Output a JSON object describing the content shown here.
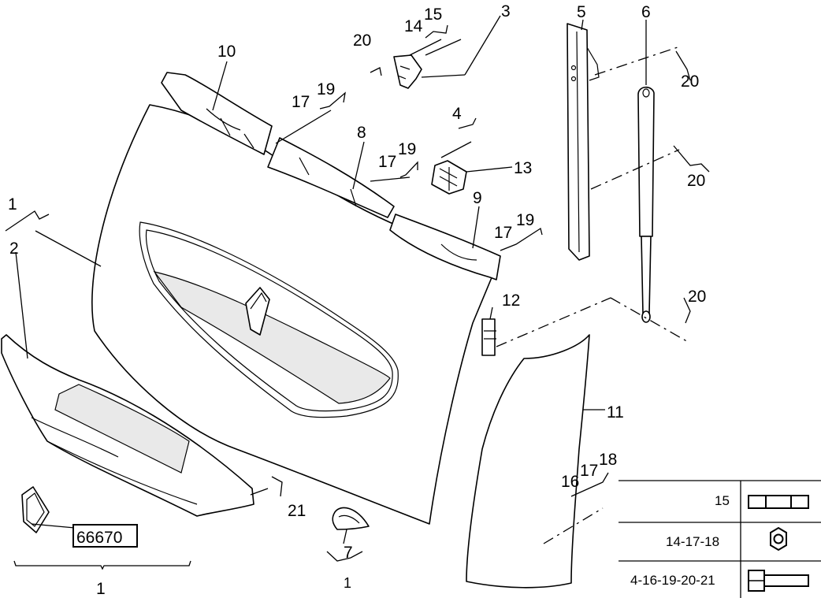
{
  "callouts": {
    "c1a": "1",
    "c2": "2",
    "c3": "3",
    "c4": "4",
    "c5": "5",
    "c6": "6",
    "c7": "7",
    "c7sub": "1",
    "c8": "8",
    "c9": "9",
    "c10": "10",
    "c11": "11",
    "c12": "12",
    "c13": "13",
    "c14": "14",
    "c15": "15",
    "c17a": "17",
    "c19a": "19",
    "c17b": "17",
    "c19b": "19",
    "c17c": "17",
    "c19c": "19",
    "c16": "16",
    "c17d": "17",
    "c18": "18",
    "c20a": "20",
    "c20b": "20",
    "c20c": "20",
    "c20d": "20",
    "c21": "21",
    "cbottom": "1"
  },
  "part_code": "66670",
  "legend": {
    "rows": [
      {
        "label": "15",
        "icon": "clip-icon"
      },
      {
        "label": "14-17-18",
        "icon": "hex-nut-icon"
      },
      {
        "label": "4-16-19-20-21",
        "icon": "bolt-icon"
      }
    ]
  }
}
